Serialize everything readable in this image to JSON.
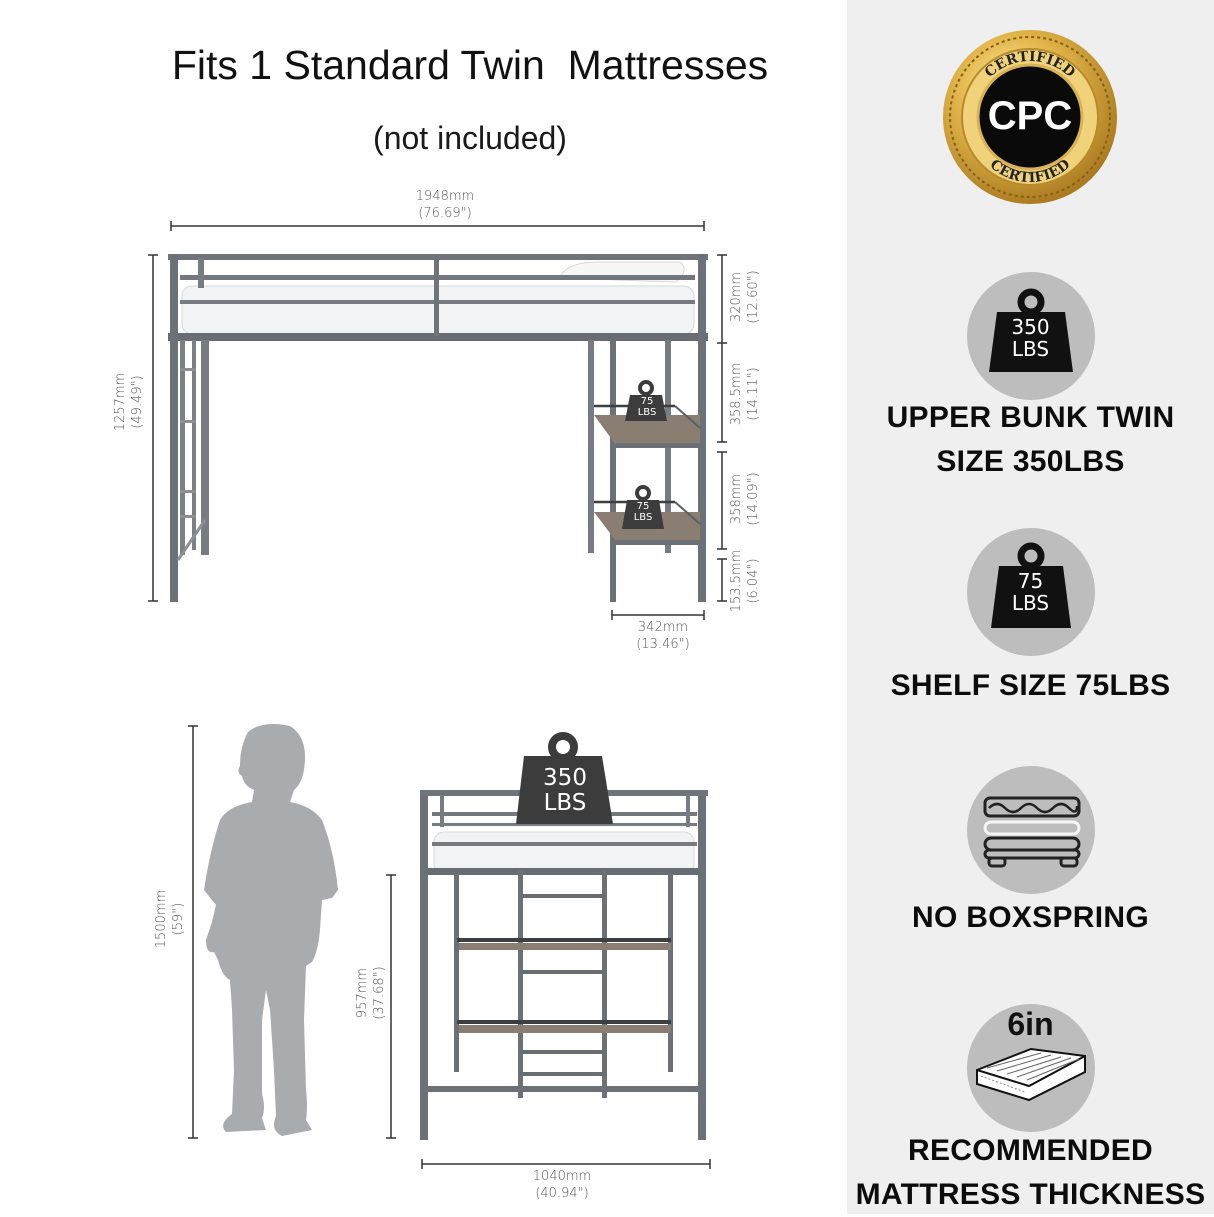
{
  "header": {
    "title": "Fits 1 Standard Twin  Mattresses",
    "subtitle": "(not included)"
  },
  "side_view": {
    "length": {
      "mm": "1948mm",
      "in": "(76.69\")"
    },
    "height": {
      "mm": "1257mm",
      "in": "(49.49\")"
    },
    "guard_height": {
      "mm": "320mm",
      "in": "(12.60\")"
    },
    "shelf_gap_1": {
      "mm": "358.5mm",
      "in": "(14.11\")"
    },
    "shelf_gap_2": {
      "mm": "358mm",
      "in": "(14.09\")"
    },
    "shelf_floor": {
      "mm": "153.5mm",
      "in": "(6.04\")"
    },
    "shelf_depth": {
      "mm": "342mm",
      "in": "(13.46\")"
    },
    "shelf_weight_1": {
      "value": "75",
      "unit": "LBS"
    },
    "shelf_weight_2": {
      "value": "75",
      "unit": "LBS"
    }
  },
  "front_view": {
    "child_height": {
      "mm": "1500mm",
      "in": "(59\")"
    },
    "clearance": {
      "mm": "957mm",
      "in": "(37.68\")"
    },
    "width": {
      "mm": "1040mm",
      "in": "(40.94\")"
    },
    "bed_weight": {
      "value": "350",
      "unit": "LBS"
    }
  },
  "features": {
    "badge": {
      "top": "CERTIFIED",
      "center": "CPC",
      "bottom": "CERTIFIED"
    },
    "items": [
      {
        "icon": "weight-icon",
        "value": "350",
        "unit": "LBS",
        "line1": "UPPER BUNK TWIN",
        "line2": "SIZE 350LBS"
      },
      {
        "icon": "weight-icon",
        "value": "75",
        "unit": "LBS",
        "line1": "SHELF SIZE 75LBS",
        "line2": ""
      },
      {
        "icon": "no-boxspring-icon",
        "line1": "NO BOXSPRING",
        "line2": ""
      },
      {
        "icon": "mattress-icon",
        "value": "6in",
        "line1": "RECOMMENDED",
        "line2": "MATTRESS THICKNESS"
      }
    ]
  },
  "colors": {
    "frame": "#6e747a",
    "wood": "#8a7e72",
    "weight": "#3c3c3c",
    "silhouette": "#a9acaf",
    "panel": "#efefef",
    "circle": "#bdbdbd",
    "gold": "#d4a437"
  }
}
